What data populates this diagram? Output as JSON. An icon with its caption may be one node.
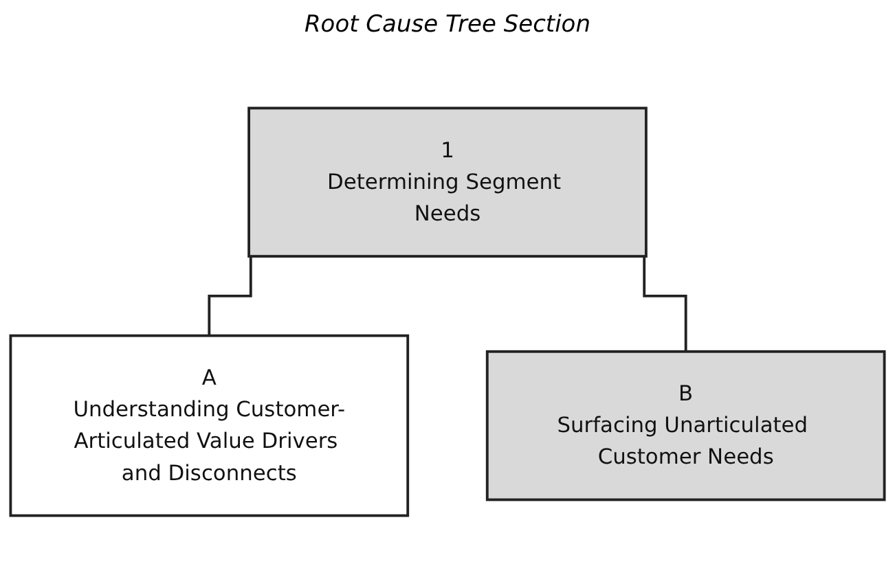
{
  "diagram": {
    "title": "Root Cause Tree Section",
    "nodes": [
      {
        "text": [
          "1",
          "Determining Segment Needs"
        ]
      },
      {
        "text": [
          "A",
          "Understanding Customer-Articulated Value Drivers and Disconnects"
        ]
      },
      {
        "text": [
          "B",
          "Surfacing Unarticulated Customer Needs"
        ]
      }
    ],
    "edges": [
      {
        "from": 0,
        "to": 1,
        "arrow": "none"
      },
      {
        "from": 0,
        "to": 2,
        "arrow": "none"
      }
    ]
  }
}
